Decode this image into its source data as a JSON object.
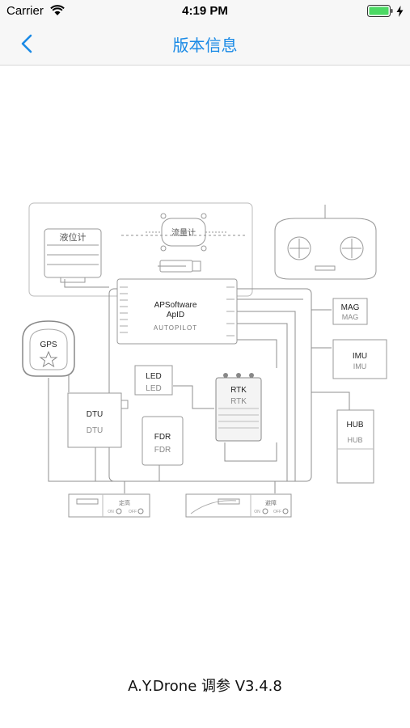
{
  "status": {
    "carrier": "Carrier",
    "time": "4:19 PM",
    "battery_color": "#4cd964"
  },
  "nav": {
    "title": "版本信息",
    "accent": "#1a8ae6"
  },
  "diagram": {
    "level_gauge": "液位计",
    "flowmeter": "流量计",
    "controller_line1": "APSoftware",
    "controller_line2": "ApID",
    "controller_line3": "AUTOPILOT",
    "gps": "GPS",
    "led": "LED",
    "led_sub": "LED",
    "dtu": "DTU",
    "dtu_sub": "DTU",
    "fdr": "FDR",
    "fdr_sub": "FDR",
    "rtk": "RTK",
    "rtk_sub": "RTK",
    "mag": "MAG",
    "mag_sub": "MAG",
    "imu": "IMU",
    "imu_sub": "IMU",
    "hub": "HUB",
    "hub_sub": "HUB",
    "bottom_left_label": "定高",
    "bottom_right_label": "避障",
    "on": "ON",
    "off": "OFF"
  },
  "footer": {
    "version": "A.Y.Drone 调参 V3.4.8"
  }
}
